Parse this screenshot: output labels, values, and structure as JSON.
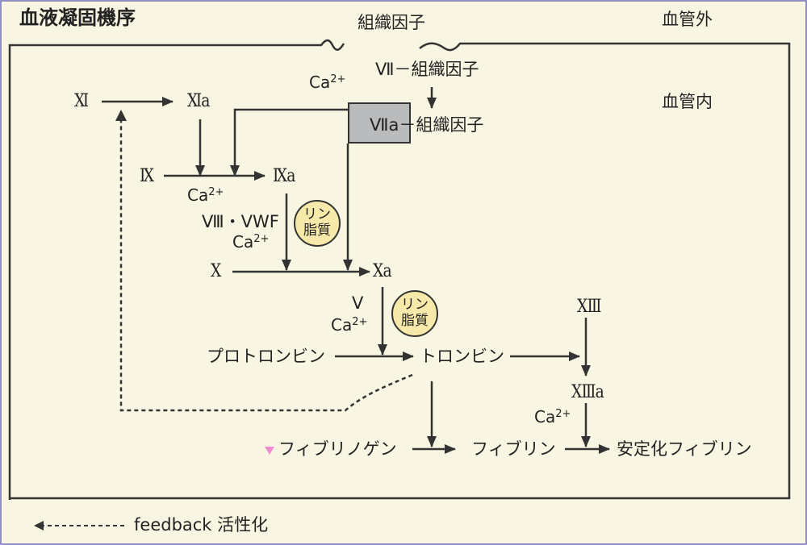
{
  "title": "血液凝固機序",
  "regions": {
    "outside": "血管外",
    "inside": "血管内",
    "tissue_factor": "組織因子"
  },
  "nodes": {
    "vii_tf": "Ⅶ－組織因子",
    "viia_tf_roman": "Ⅶa",
    "viia_tf_rest": "－組織因子",
    "xi": "Ⅺ",
    "xia": "Ⅺa",
    "ix": "Ⅸ",
    "ixa": "Ⅸa",
    "x": "Ⅹ",
    "xa": "Ⅹa",
    "prothrombin": "プロトロンビン",
    "thrombin": "トロンビン",
    "xiii": "ⅩⅢ",
    "xiiia": "ⅩⅢa",
    "fibrinogen": "フィブリノゲン",
    "fibrin": "フィブリン",
    "stabilized_fibrin": "安定化フィブリン"
  },
  "cofactors": {
    "ca_base": "Ca",
    "ca_sup": "2+",
    "viii_vwf": "Ⅷ・VWF",
    "v": "Ⅴ",
    "lipid_line1": "リン",
    "lipid_line2": "脂質"
  },
  "legend": {
    "label": "feedback 活性化"
  },
  "colors": {
    "background": "#f8f6e2",
    "lipid_fill": "#f7e9a9",
    "complex_box": "#b9bbbd",
    "marker": "#f08ccf",
    "frame_border": "#8f8fc4"
  }
}
